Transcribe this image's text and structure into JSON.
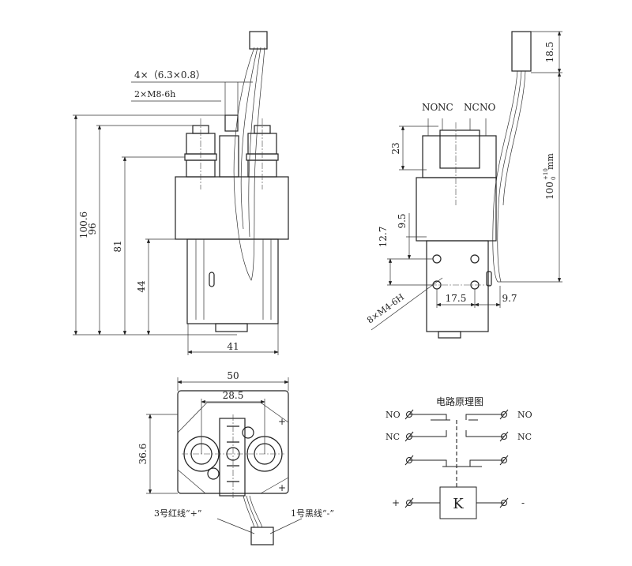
{
  "front_view": {
    "terminal_tab_spec": "4×（6.3×0.8）",
    "thread_spec": "2×M8-6h",
    "dim_total_height": "100.6",
    "dim_96": "96",
    "dim_81": "81",
    "dim_44": "44",
    "dim_width": "41"
  },
  "side_view": {
    "contact_labels": [
      "NO",
      "NC",
      "NC",
      "NO"
    ],
    "dim_connector": "18.5",
    "dim_wire_length": "100",
    "dim_wire_tol_upper": "+10",
    "dim_wire_tol_lower": "0",
    "dim_wire_unit": "mm",
    "dim_23": "23",
    "dim_12_7": "12.7",
    "dim_9_5": "9.5",
    "dim_17_5": "17.5",
    "dim_9_7": "9.7",
    "mount_hole_spec": "8×M4-6H"
  },
  "top_view": {
    "dim_width": "50",
    "dim_terminal_spacing": "28.5",
    "dim_depth": "36.6",
    "plus_mark": "+",
    "red_wire_label": "3号红线“+”",
    "black_wire_label": "1号黑线“-”"
  },
  "schematic": {
    "title": "电路原理图",
    "no_label": "NO",
    "nc_label": "NC",
    "plus_label": "+",
    "minus_label": "-",
    "coil_label": "K"
  }
}
